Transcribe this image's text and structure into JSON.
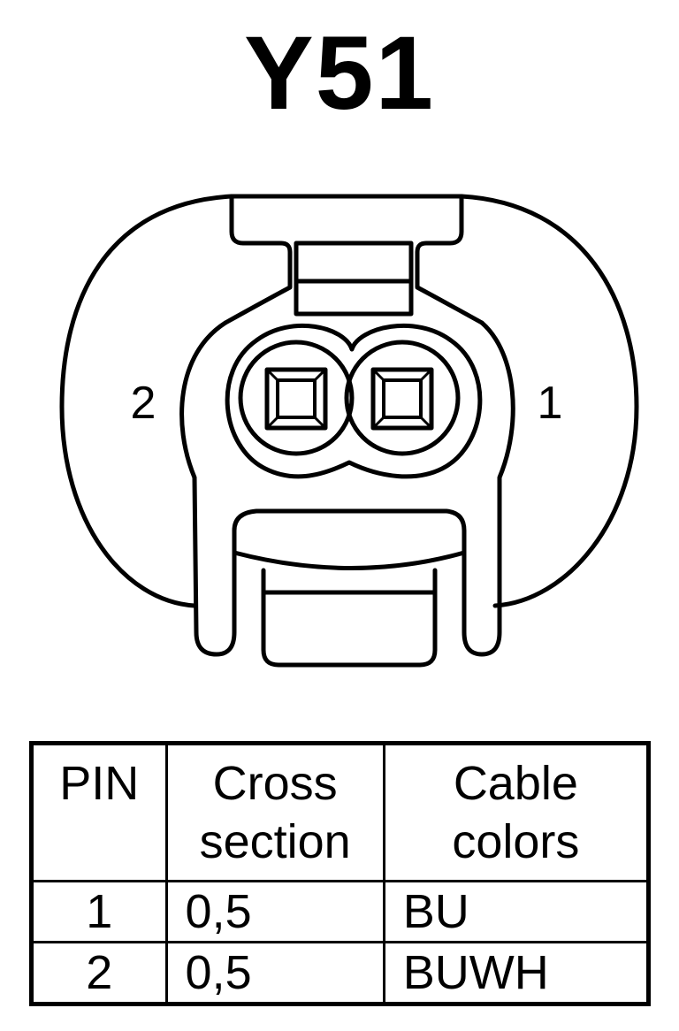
{
  "title": "Y51",
  "pin_labels": {
    "left": "2",
    "right": "1"
  },
  "table": {
    "headers": {
      "pin": [
        "PIN"
      ],
      "cross_section": [
        "Cross",
        "section"
      ],
      "cable_colors": [
        "Cable",
        "colors"
      ]
    },
    "rows": [
      {
        "pin": "1",
        "cross_section": "0,5",
        "cable_color": "BU"
      },
      {
        "pin": "2",
        "cross_section": "0,5",
        "cable_color": "BUWH"
      }
    ]
  }
}
